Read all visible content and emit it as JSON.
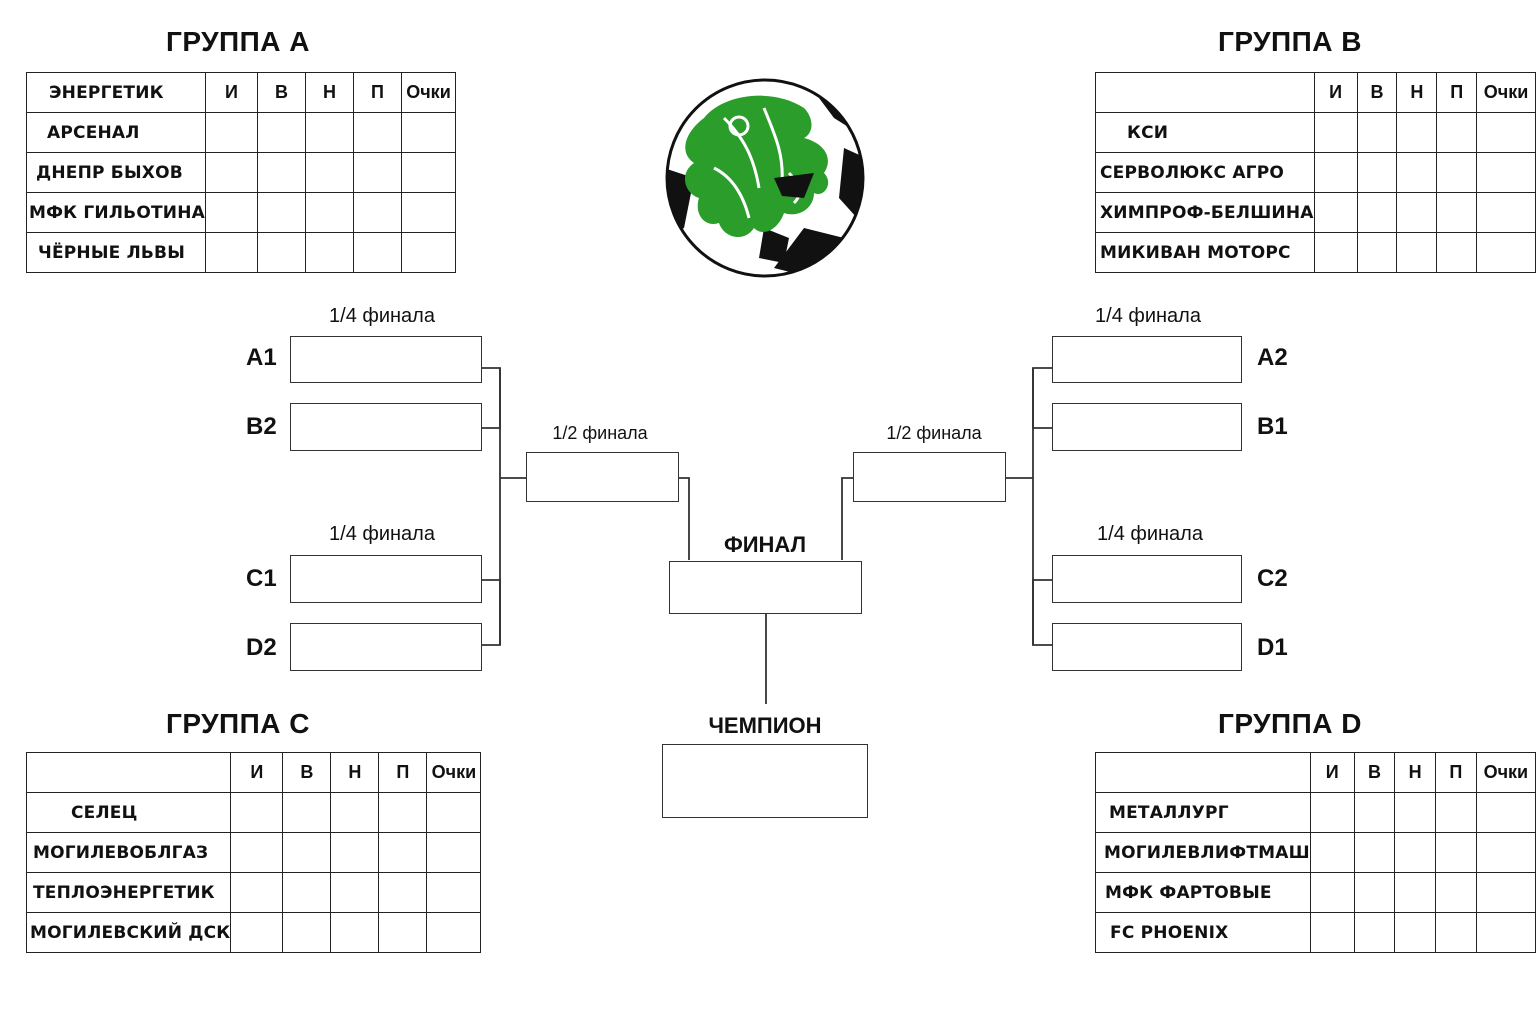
{
  "columns": [
    "И",
    "В",
    "Н",
    "П",
    "Очки"
  ],
  "groups": {
    "a": {
      "title": "ГРУППА А",
      "teams": [
        "ЭНЕРГЕТИК",
        "АРСЕНАЛ",
        "ДНЕПР БЫХОВ",
        "МФК ГИЛЬОТИНА",
        "ЧЁРНЫЕ ЛЬВЫ"
      ]
    },
    "b": {
      "title": "ГРУППА В",
      "teams": [
        "КСИ",
        "СЕРВОЛЮКС АГРО",
        "ХИМПРОФ-БЕЛШИНА",
        "МИКИВАН МОТОРС"
      ]
    },
    "c": {
      "title": "ГРУППА С",
      "teams": [
        "СЕЛЕЦ",
        "МОГИЛЕВОБЛГАЗ",
        "ТЕПЛОЭНЕРГЕТИК",
        "МОГИЛЕВСКИЙ ДСК"
      ]
    },
    "d": {
      "title": "ГРУППА D",
      "teams": [
        "МЕТАЛЛУРГ",
        "МОГИЛЕВЛИФТМАШ",
        "МФК ФАРТОВЫЕ",
        "FC PHOENIX"
      ]
    }
  },
  "bracket": {
    "quarter_label": "1/4 финала",
    "semi_label": "1/2 финала",
    "final_label": "ФИНАЛ",
    "champion_label": "ЧЕМПИОН",
    "seeds": {
      "a1": "A1",
      "b2": "B2",
      "c1": "C1",
      "d2": "D2",
      "a2": "A2",
      "b1": "B1",
      "c2": "C2",
      "d1": "D1"
    }
  },
  "logo": {
    "icon": "lion-soccer-ball-logo",
    "accent": "#2a9d2a"
  }
}
